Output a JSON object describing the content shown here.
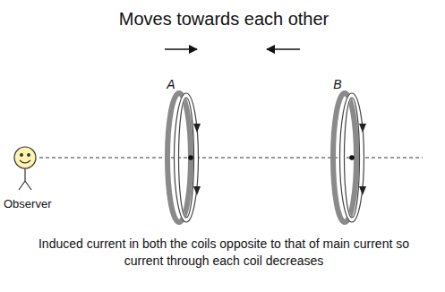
{
  "diagram": {
    "title": "Moves towards each other",
    "caption": "Induced current in both the coils opposite to that of main current so current through each coil decreases",
    "labels": [
      "A",
      "B",
      "Observer"
    ]
  }
}
